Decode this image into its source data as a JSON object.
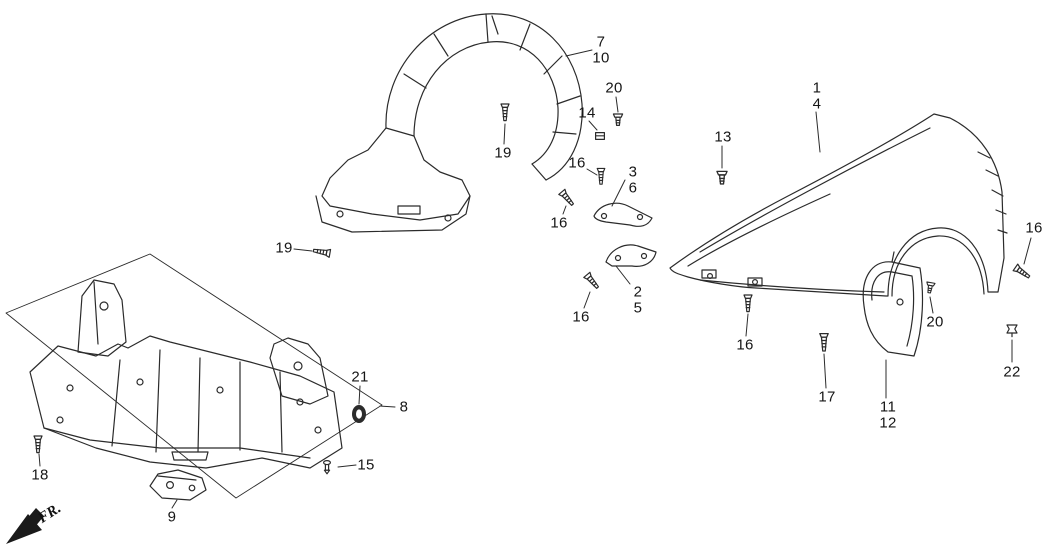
{
  "page": {
    "background": "#ffffff",
    "line_color": "#2b2b2b",
    "text_color": "#161616"
  },
  "fr_arrow": {
    "label": "FR."
  },
  "icons": {
    "screw": "screw-icon",
    "clip": "push-clip-icon",
    "nut": "clip-nut-icon",
    "grommet": "grommet-icon",
    "pin": "rivet-pin-icon",
    "direction": "fr-direction-arrow-icon"
  },
  "callouts": [
    {
      "label": "7"
    },
    {
      "label": "10"
    },
    {
      "label": "19"
    },
    {
      "label": "14"
    },
    {
      "label": "20"
    },
    {
      "label": "16"
    },
    {
      "label": "3"
    },
    {
      "label": "6"
    },
    {
      "label": "16"
    },
    {
      "label": "2"
    },
    {
      "label": "5"
    },
    {
      "label": "16"
    },
    {
      "label": "13"
    },
    {
      "label": "1"
    },
    {
      "label": "4"
    },
    {
      "label": "16"
    },
    {
      "label": "20"
    },
    {
      "label": "22"
    },
    {
      "label": "16"
    },
    {
      "label": "17"
    },
    {
      "label": "11"
    },
    {
      "label": "12"
    },
    {
      "label": "19"
    },
    {
      "label": "21"
    },
    {
      "label": "8"
    },
    {
      "label": "18"
    },
    {
      "label": "15"
    },
    {
      "label": "9"
    }
  ]
}
